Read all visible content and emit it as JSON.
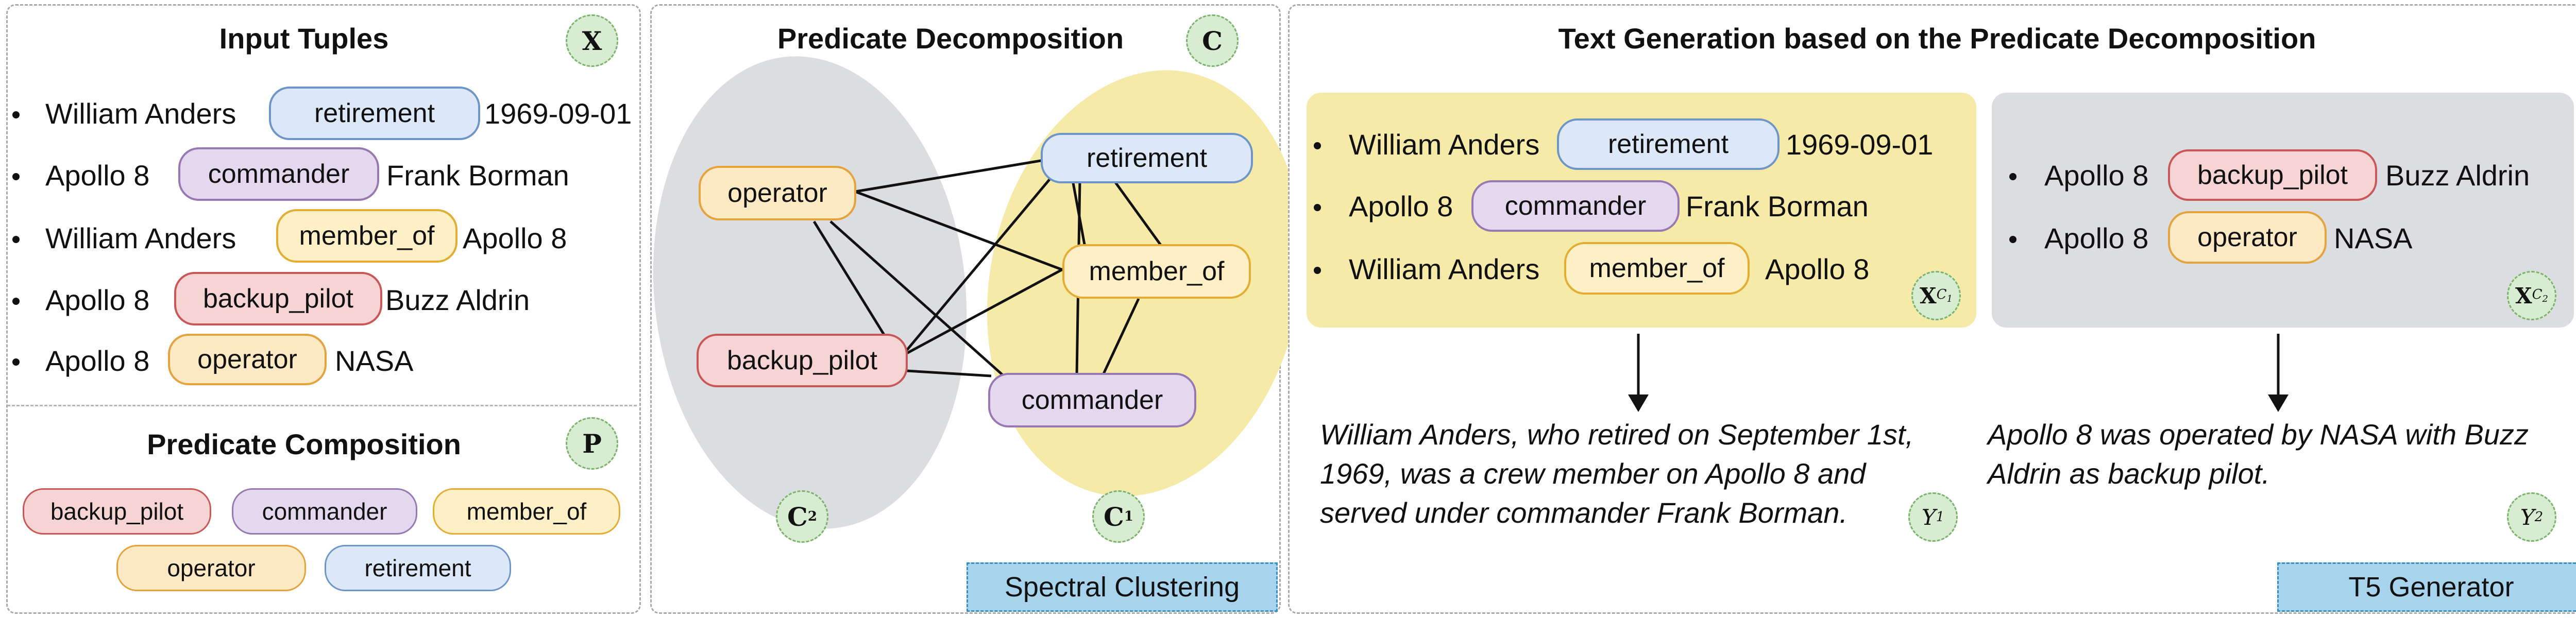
{
  "input_tuples": {
    "title": "Input Tuples",
    "badge": "X",
    "rows": [
      {
        "subject": "William Anders",
        "predicate": "retirement",
        "object": "1969-09-01"
      },
      {
        "subject": "Apollo 8",
        "predicate": "commander",
        "object": "Frank Borman"
      },
      {
        "subject": "William Anders",
        "predicate": "member_of",
        "object": "Apollo 8"
      },
      {
        "subject": "Apollo 8",
        "predicate": "backup_pilot",
        "object": "Buzz Aldrin"
      },
      {
        "subject": "Apollo 8",
        "predicate": "operator",
        "object": "NASA"
      }
    ]
  },
  "predicate_composition": {
    "title": "Predicate Composition",
    "badge": "P",
    "items": [
      "backup_pilot",
      "commander",
      "member_of",
      "operator",
      "retirement"
    ]
  },
  "predicate_decomposition": {
    "title": "Predicate Decomposition",
    "badge": "C",
    "nodes": [
      "operator",
      "backup_pilot",
      "retirement",
      "member_of",
      "commander"
    ],
    "cluster_labels": [
      "C",
      "2",
      "C",
      "1"
    ],
    "method": "Spectral Clustering"
  },
  "text_generation": {
    "title": "Text Generation based on the Predicate Decomposition",
    "cluster1": {
      "rows": [
        {
          "subject": "William Anders",
          "predicate": "retirement",
          "object": "1969-09-01"
        },
        {
          "subject": "Apollo 8",
          "predicate": "commander",
          "object": "Frank Borman"
        },
        {
          "subject": "William Anders",
          "predicate": "member_of",
          "object": "Apollo 8"
        }
      ],
      "badge": "X",
      "badge_sup": "C",
      "badge_sub": "1",
      "output_lines": [
        "William Anders, who retired on September 1st,",
        "1969, was a crew member on Apollo 8 and",
        "served under commander Frank Borman."
      ],
      "output_badge": "Y",
      "output_badge_sub": "1"
    },
    "cluster2": {
      "rows": [
        {
          "subject": "Apollo 8",
          "predicate": "backup_pilot",
          "object": "Buzz Aldrin"
        },
        {
          "subject": "Apollo 8",
          "predicate": "operator",
          "object": "NASA"
        }
      ],
      "badge": "X",
      "badge_sup": "C",
      "badge_sub": "2",
      "output_lines": [
        "Apollo 8 was operated by NASA with Buzz",
        "Aldrin as backup pilot."
      ],
      "output_badge": "Y",
      "output_badge_sub": "2"
    },
    "method": "T5 Generator"
  }
}
